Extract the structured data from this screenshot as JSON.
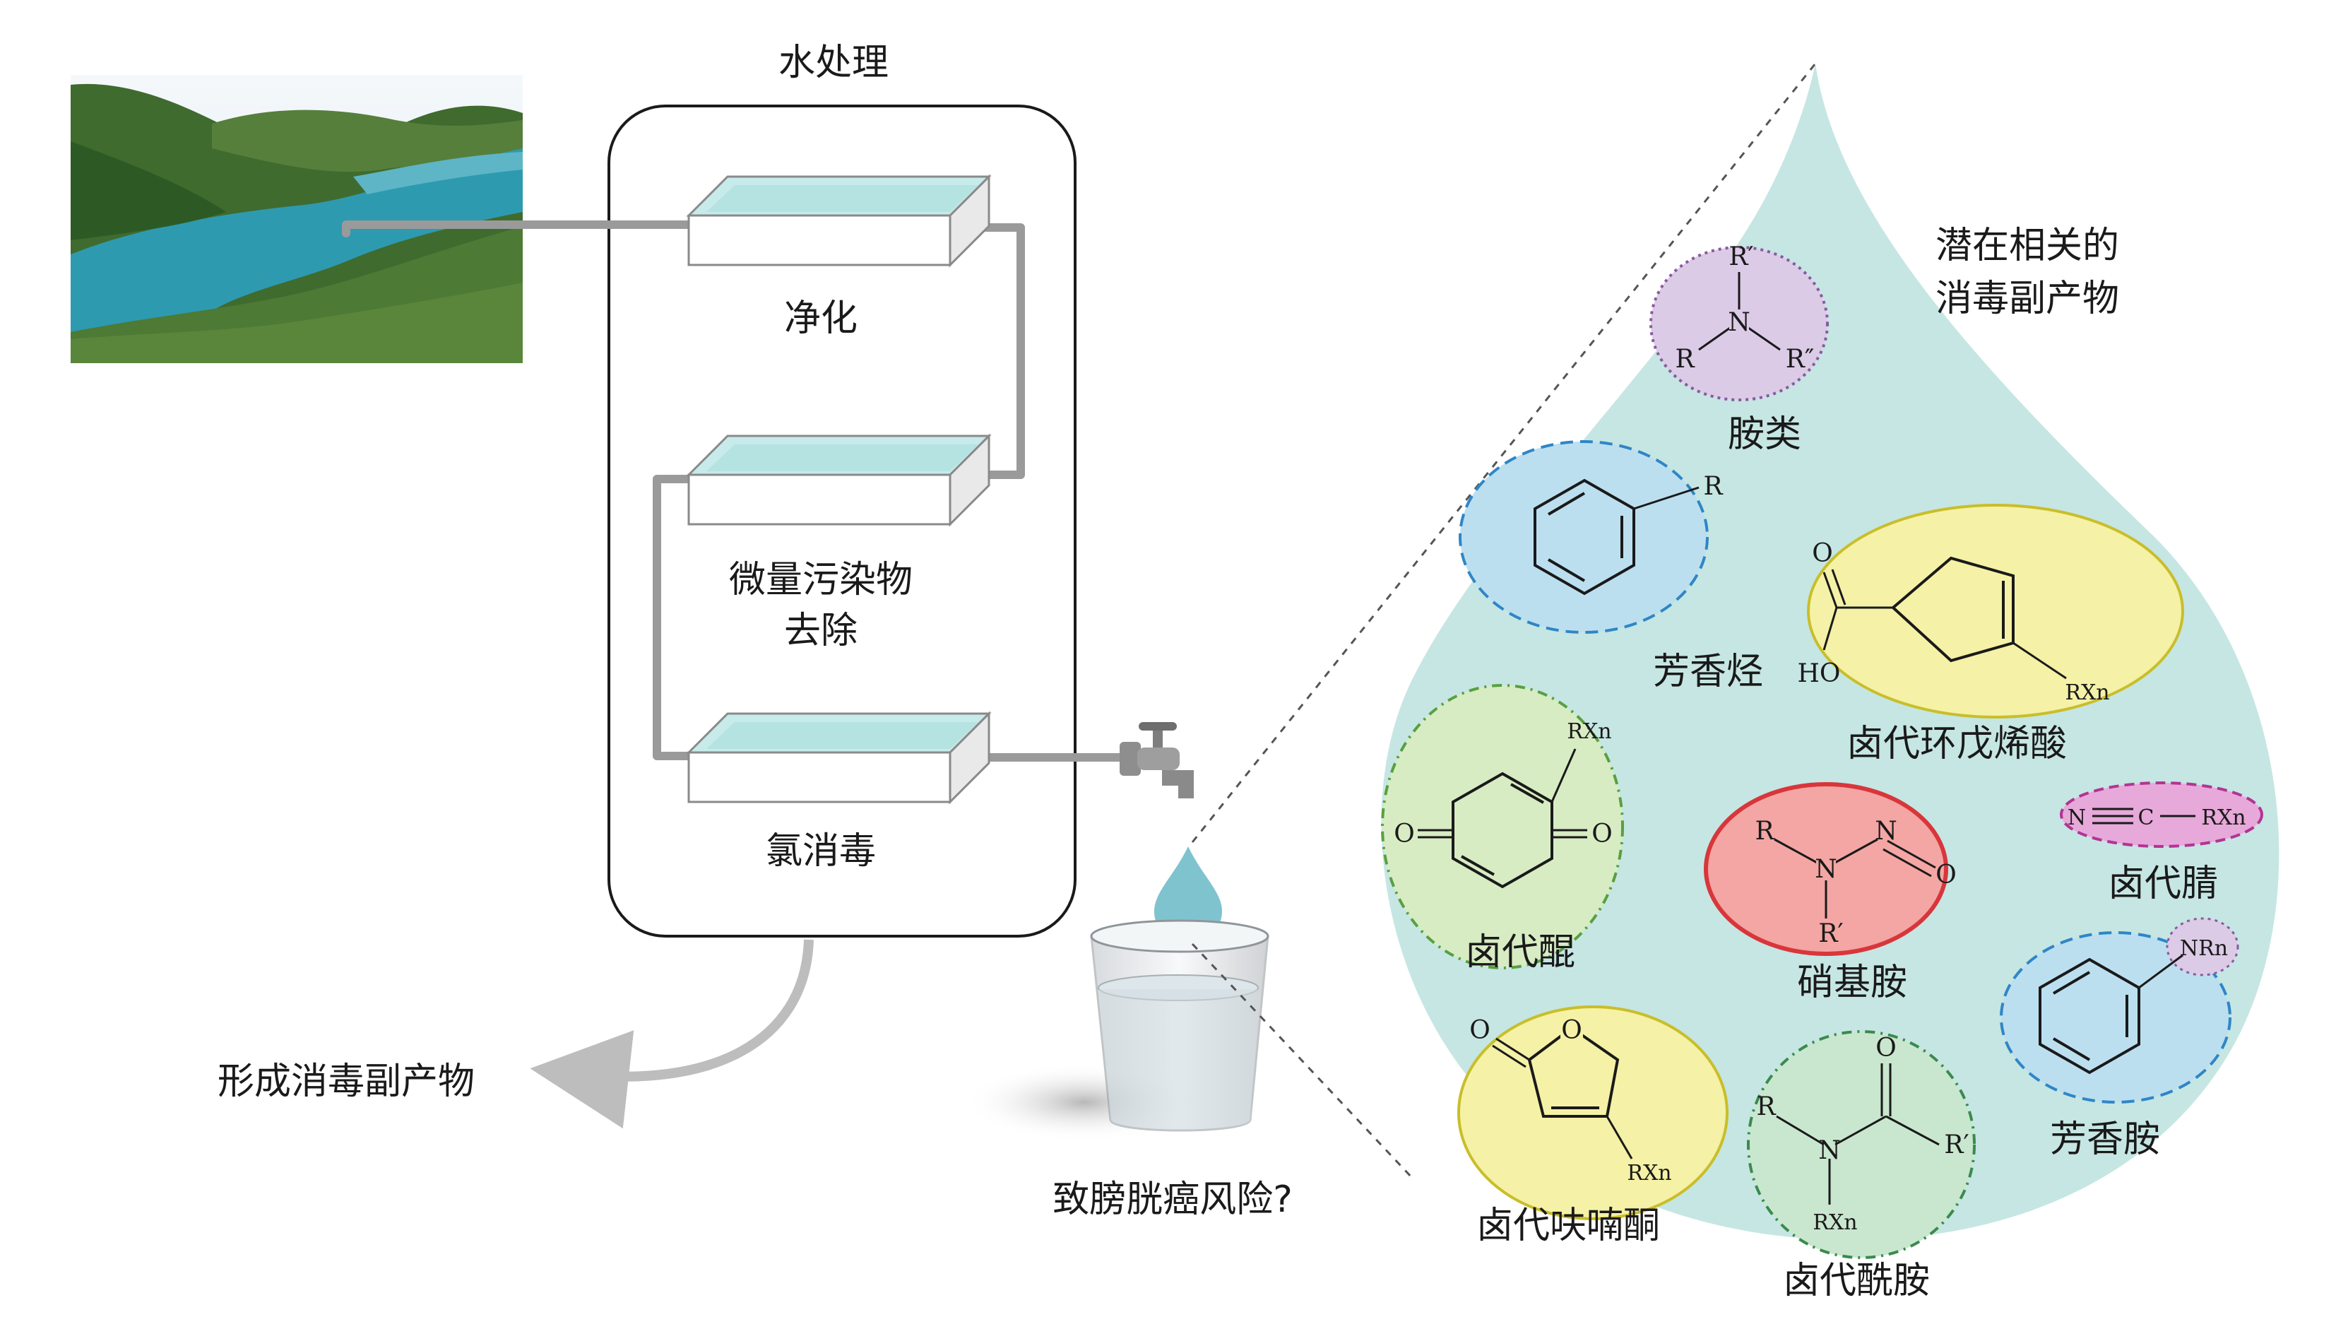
{
  "diagram": {
    "water_treatment_title": "水处理",
    "stage_purify": "净化",
    "stage_micropollutant_line1": "微量污染物",
    "stage_micropollutant_line2": "去除",
    "stage_chlorination": "氯消毒",
    "output_label": "形成消毒副产物",
    "risk_question": "致膀胱癌风险?",
    "drop_title_line1": "潜在相关的",
    "drop_title_line2": "消毒副产物"
  },
  "byproducts": {
    "amines": "胺类",
    "aromatic_hydrocarbons": "芳香烃",
    "halo_cyclopentenoic_acid": "卤代环戊烯酸",
    "halo_quinones": "卤代醌",
    "nitrosamines": "硝基胺",
    "halo_nitriles": "卤代腈",
    "aromatic_amines": "芳香胺",
    "halo_furanones": "卤代呋喃酮",
    "halo_amides": "卤代酰胺"
  },
  "chem_labels": {
    "R": "R",
    "R_prime": "R′",
    "R_dprime": "R″",
    "N": "N",
    "O": "O",
    "C": "C",
    "HO": "HO",
    "RXn": "RXn",
    "NRn": "NRn"
  },
  "colors": {
    "drop_fill": "#c6e6e3",
    "water": "#c7ebea",
    "pipe": "#9a9a9a",
    "amine_fill": "#dccbe6",
    "aromatic_fill": "#bcdff0",
    "acid_fill": "#f5f1a6",
    "quinone_fill": "#d8ecc4",
    "nitrosamine_fill": "#f3a6a3",
    "nitrile_fill": "#e7a9d9",
    "furanone_fill": "#f5f1a6",
    "amide_fill": "#c9e7cf"
  }
}
